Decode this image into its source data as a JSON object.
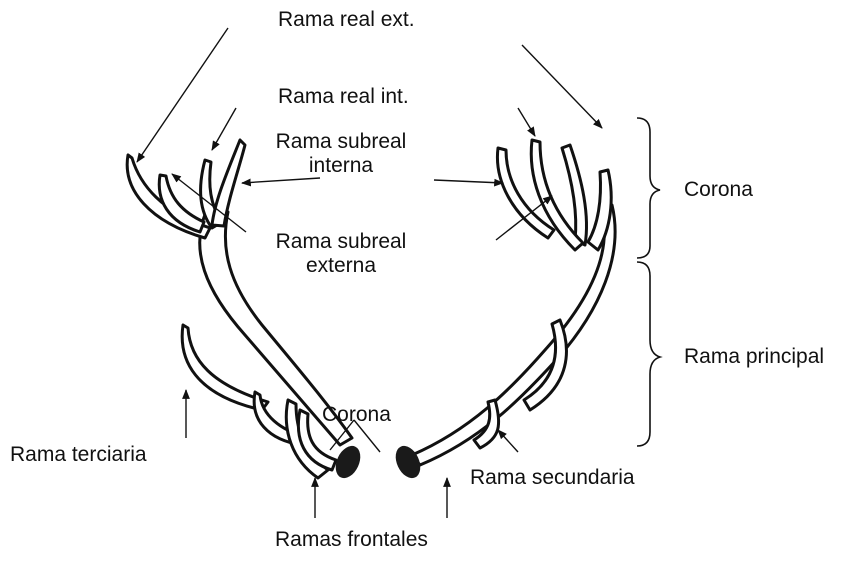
{
  "labels": {
    "rama_real_ext": "Rama real ext.",
    "rama_real_int": "Rama real int.",
    "rama_subreal_interna_1": "Rama subreal",
    "rama_subreal_interna_2": "interna",
    "rama_subreal_externa_1": "Rama subreal",
    "rama_subreal_externa_2": "externa",
    "corona_right": "Corona",
    "rama_principal": "Rama principal",
    "corona_base": "Corona",
    "rama_terciaria": "Rama terciaria",
    "rama_secundaria": "Rama secundaria",
    "ramas_frontales": "Ramas frontales"
  },
  "colors": {
    "ink": "#111111",
    "fill": "#ffffff",
    "burr": "#1a1a1a"
  }
}
